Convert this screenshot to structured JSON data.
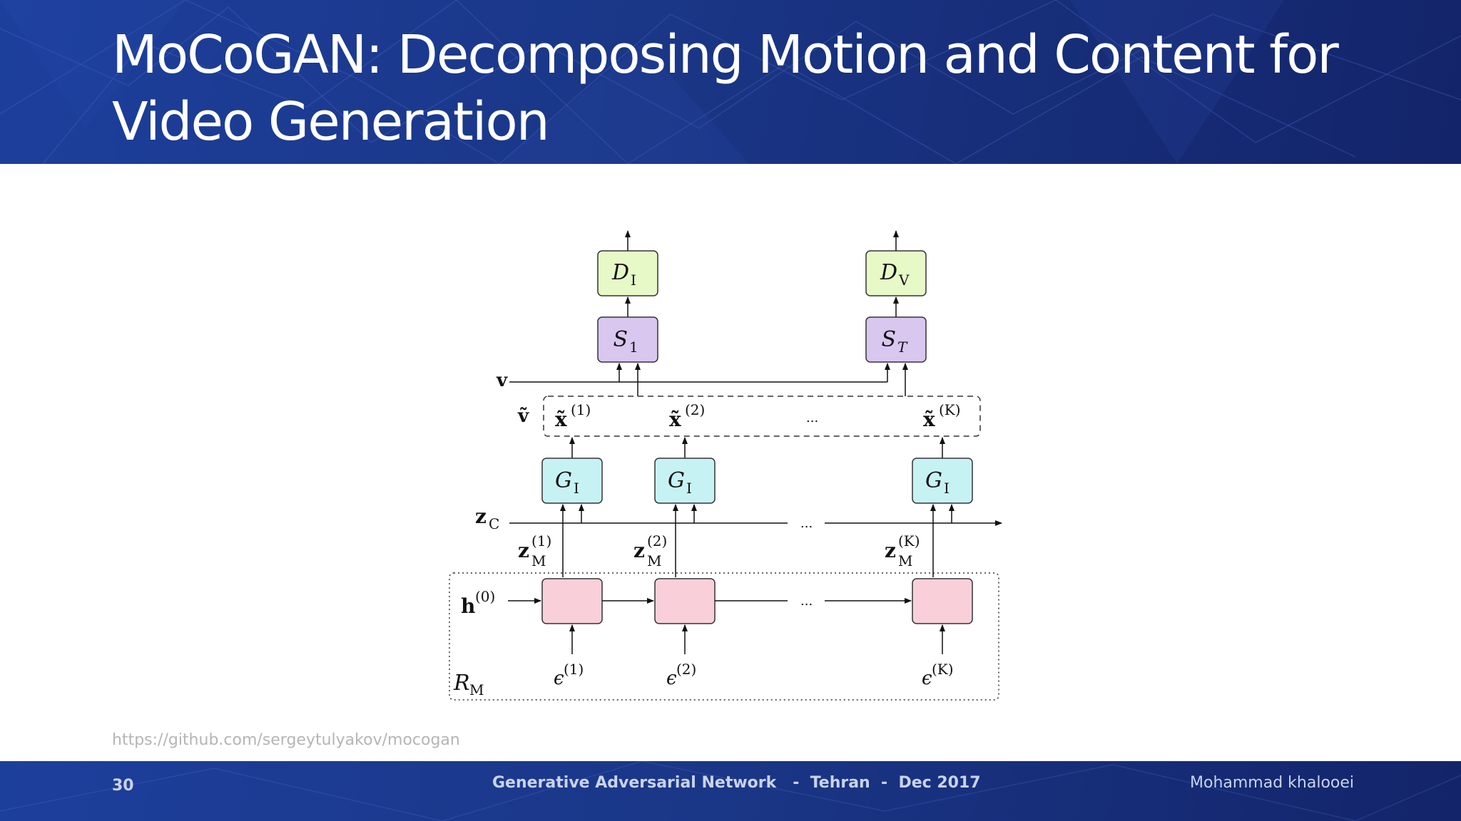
{
  "slide": {
    "title_line1": "MoCoGAN: Decomposing Motion and Content for",
    "title_line2": "Video Generation",
    "source_url": "https://github.com/sergeytulyakov/mocogan",
    "page_number": "30",
    "footer_center": "Generative Adversarial Network   -  Tehran  -  Dec 2017",
    "author": "Mohammad khalooei"
  },
  "diagram": {
    "discriminators": [
      {
        "label": "D",
        "sub": "I"
      },
      {
        "label": "D",
        "sub": "V"
      }
    ],
    "samplers": [
      {
        "label": "S",
        "sub": "1"
      },
      {
        "label": "S",
        "sub": "T"
      }
    ],
    "generators": [
      {
        "label": "G",
        "sub": "I"
      },
      {
        "label": "G",
        "sub": "I"
      },
      {
        "label": "G",
        "sub": "I"
      }
    ],
    "frames": [
      {
        "base": "x̃",
        "sup": "(1)"
      },
      {
        "base": "x̃",
        "sup": "(2)"
      },
      {
        "base": "x̃",
        "sup": "(K)"
      }
    ],
    "motion_codes": [
      {
        "base": "z",
        "sub": "M",
        "sup": "(1)"
      },
      {
        "base": "z",
        "sub": "M",
        "sup": "(2)"
      },
      {
        "base": "z",
        "sub": "M",
        "sup": "(K)"
      }
    ],
    "noise": [
      {
        "base": "ϵ",
        "sup": "(1)"
      },
      {
        "base": "ϵ",
        "sup": "(2)"
      },
      {
        "base": "ϵ",
        "sup": "(K)"
      }
    ],
    "labels": {
      "v": "v",
      "v_tilde": "ṽ",
      "zc_base": "z",
      "zc_sub": "C",
      "h0_base": "h",
      "h0_sup": "(0)",
      "rm_base": "R",
      "rm_sub": "M",
      "ellipsis": "..."
    },
    "colors": {
      "discriminator": "#e8f9c8",
      "sampler": "#d9c7f0",
      "generator": "#c7f2f4",
      "recurrent": "#f9d0da"
    }
  }
}
